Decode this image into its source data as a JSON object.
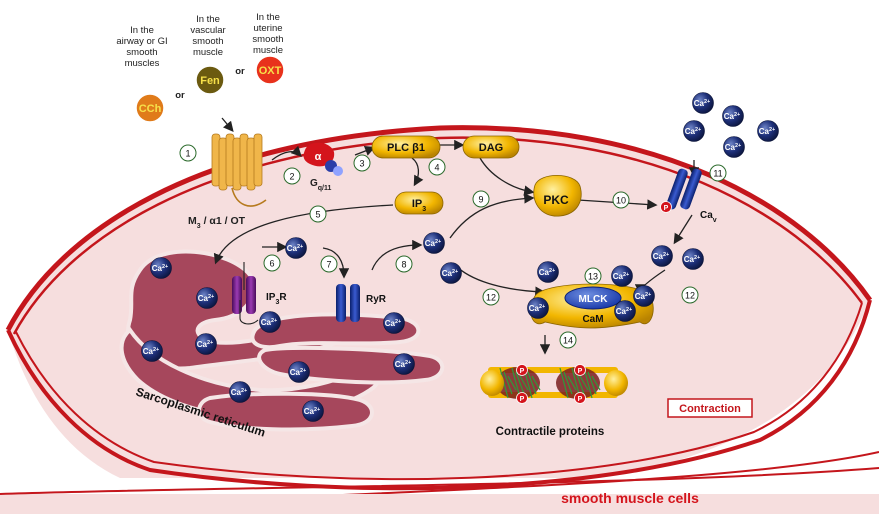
{
  "ligands": [
    {
      "context": [
        "In the",
        "airway or GI",
        "smooth",
        "muscles"
      ],
      "label": "CCh",
      "color": "#e07b1a"
    },
    {
      "context": [
        "In the",
        "vascular",
        "smooth",
        "muscle"
      ],
      "label": "Fen",
      "color": "#6b5a10"
    },
    {
      "context": [
        "In the",
        "uterine",
        "smooth",
        "muscle"
      ],
      "label": "OXT",
      "color": "#e8321c"
    }
  ],
  "or_label": "or",
  "receptor": {
    "label_main": "M",
    "label_sub": "3",
    "label_rest": " / α1 / OT"
  },
  "g_protein": {
    "alpha": "α",
    "label": "G",
    "label_sub": "q/11"
  },
  "enzymes": {
    "plc": "PLC β1",
    "dag": "DAG",
    "ip3": "IP",
    "ip3_sub": "3",
    "pkc": "PKC",
    "mlck": "MLCK",
    "cam": "CaM"
  },
  "channels": {
    "ip3r": "IP",
    "ip3r_sub": "3",
    "ip3r_end": "R",
    "ryr": "RyR",
    "cav": "Ca",
    "cav_sub": "v"
  },
  "calcium": {
    "text": "Ca",
    "charge": "2+"
  },
  "phospho": "P",
  "steps": [
    "1",
    "2",
    "3",
    "4",
    "5",
    "6",
    "7",
    "8",
    "9",
    "10",
    "11",
    "12",
    "12",
    "13",
    "14"
  ],
  "labels": {
    "sr": "Sarcoplasmic reticulum",
    "contractile": "Contractile proteins",
    "contraction": "Contraction",
    "cell": "smooth muscle cells"
  },
  "colors": {
    "membrane": "#c4161c",
    "cytoplasm": "#f6dede",
    "sr": "#a6475c",
    "calcium": "#1b2a6b",
    "enzyme": "#f2b600",
    "receptor": "#f0b64a"
  }
}
